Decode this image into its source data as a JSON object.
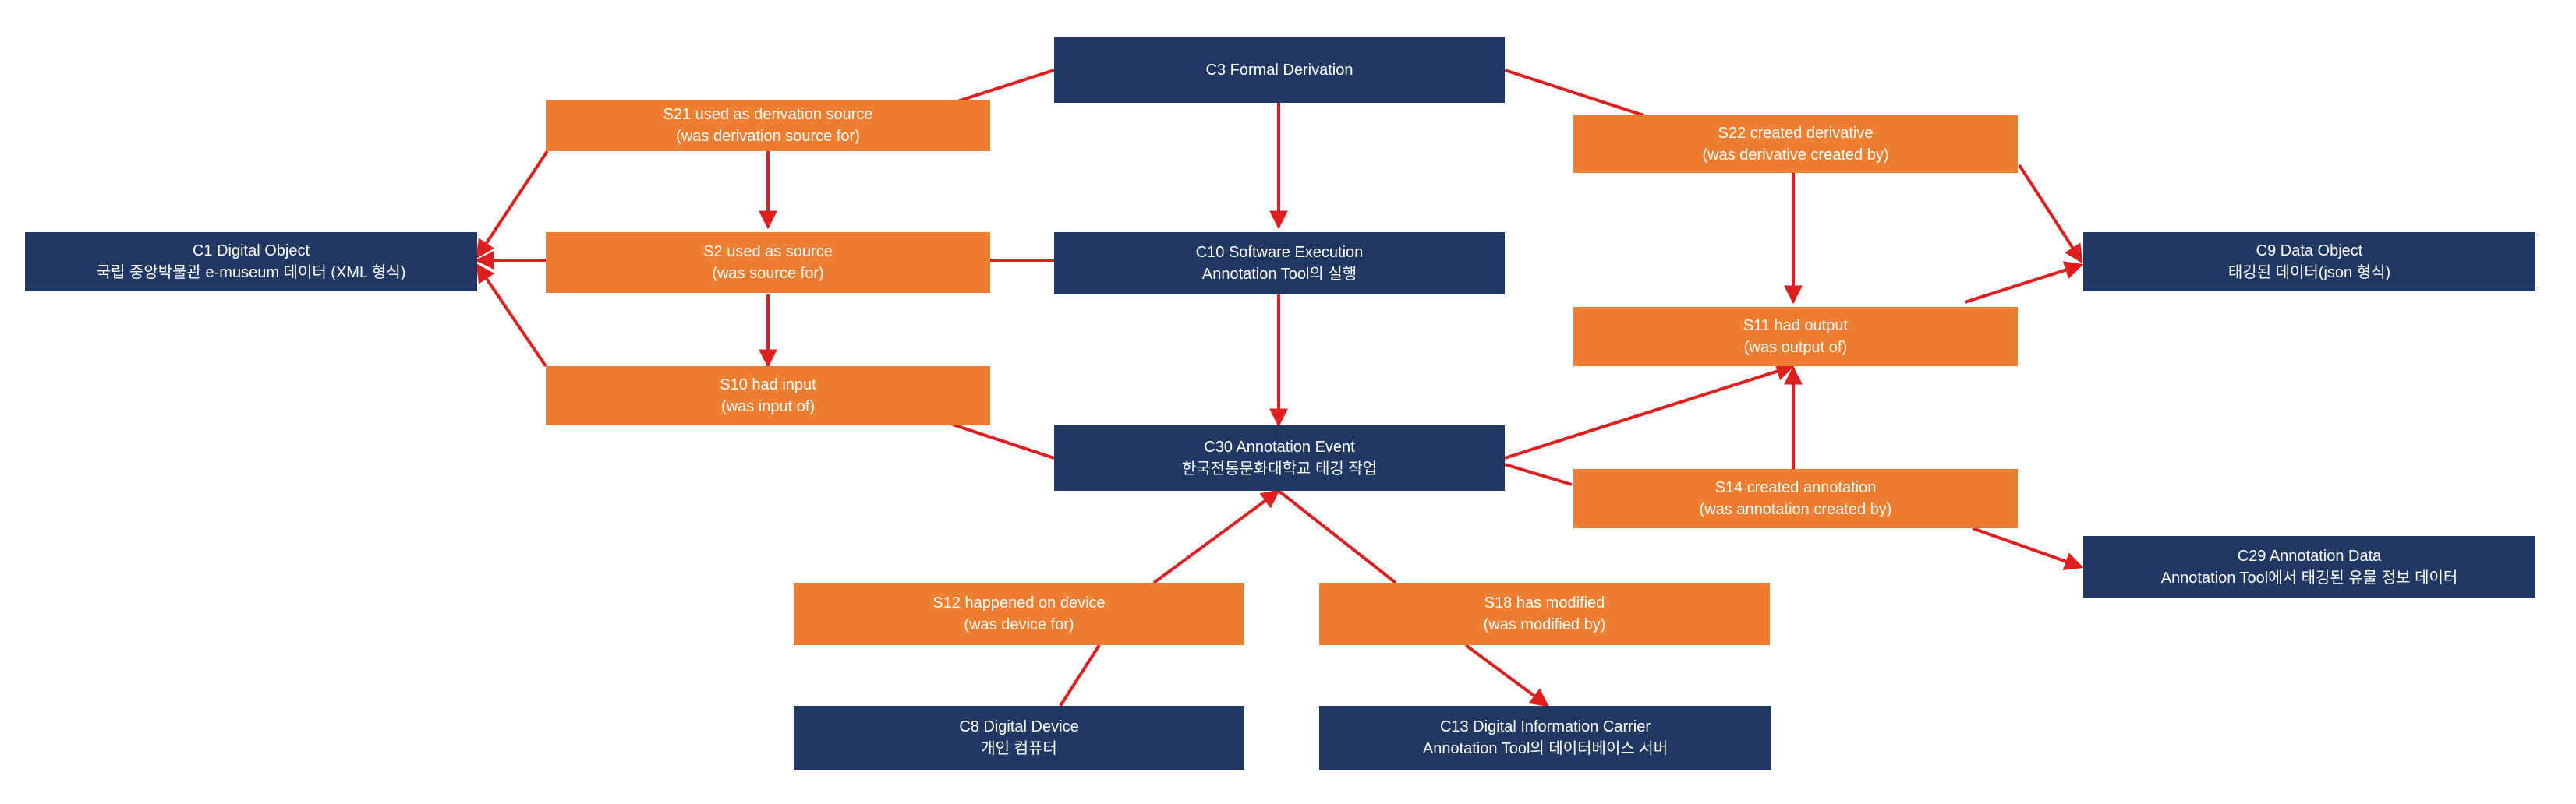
{
  "colors": {
    "class": "#1f3864",
    "property": "#ed7d31",
    "arrow": "#e01e1e"
  },
  "nodes": {
    "c3": {
      "l1": "C3 Formal Derivation",
      "l2": ""
    },
    "c1": {
      "l1": "C1 Digital Object",
      "l2": "국립 중앙박물관 e-museum 데이터 (XML 형식)"
    },
    "c10": {
      "l1": "C10 Software Execution",
      "l2": "Annotation Tool의 실행"
    },
    "c9": {
      "l1": "C9 Data Object",
      "l2": "태깅된 데이터(json 형식)"
    },
    "c30": {
      "l1": "C30 Annotation Event",
      "l2": "한국전통문화대학교 태깅 작업"
    },
    "c29": {
      "l1": "C29 Annotation Data",
      "l2": "Annotation Tool에서 태깅된 유물 정보 데이터"
    },
    "c8": {
      "l1": "C8 Digital Device",
      "l2": "개인 컴퓨터"
    },
    "c13": {
      "l1": "C13 Digital Information Carrier",
      "l2": "Annotation Tool의 데이터베이스 서버"
    },
    "s21": {
      "l1": "S21 used as derivation source",
      "l2": "(was derivation source for)"
    },
    "s22": {
      "l1": "S22 created derivative",
      "l2": "(was derivative created by)"
    },
    "s2": {
      "l1": "S2 used as source",
      "l2": "(was source for)"
    },
    "s11": {
      "l1": "S11 had output",
      "l2": "(was output of)"
    },
    "s10": {
      "l1": "S10 had input",
      "l2": "(was input of)"
    },
    "s14": {
      "l1": "S14 created annotation",
      "l2": "(was annotation created by)"
    },
    "s12": {
      "l1": "S12 happened on device",
      "l2": "(was device for)"
    },
    "s18": {
      "l1": "S18 has modified",
      "l2": "(was modified by)"
    }
  }
}
